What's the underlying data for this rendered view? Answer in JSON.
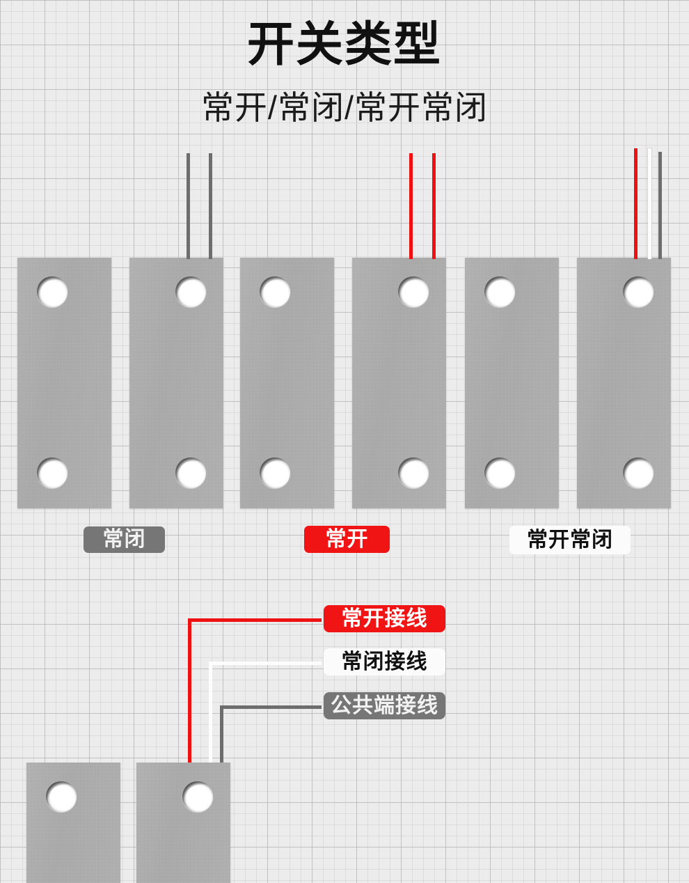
{
  "header": {
    "title_plain": "开关",
    "title_underlined": "类型",
    "title_full": "开关类型",
    "subtitle": "常开/常闭/常开常闭",
    "underline_color": "#d9060a"
  },
  "switch_types": [
    {
      "label": "常闭",
      "badge_style": "gray",
      "badge_bg": "#767676",
      "badge_text_color": "#f2f2f2",
      "wires": [
        "gray",
        "gray"
      ],
      "wire_count": 2
    },
    {
      "label": "常开",
      "badge_style": "red",
      "badge_bg": "#f01414",
      "badge_text_color": "#ffffff",
      "wires": [
        "red",
        "red"
      ],
      "wire_count": 2
    },
    {
      "label": "常开常闭",
      "badge_style": "white",
      "badge_bg": "#fbfbfb",
      "badge_text_color": "#111111",
      "wires": [
        "red",
        "white",
        "gray"
      ],
      "wire_count": 3
    }
  ],
  "wiring_legend": [
    {
      "label": "常开接线",
      "badge_style": "red",
      "wire_color": "#ef1111"
    },
    {
      "label": "常闭接线",
      "badge_style": "white",
      "wire_color": "#fdfdfd"
    },
    {
      "label": "公共端接线",
      "badge_style": "gray",
      "wire_color": "#6d6d6d"
    }
  ],
  "colors": {
    "background": "#ececec",
    "grid_line": "#aaaaaa",
    "block_body": "#b0b0b0",
    "red": "#ef1111",
    "gray": "#6d6d6d",
    "white": "#fdfdfd"
  }
}
